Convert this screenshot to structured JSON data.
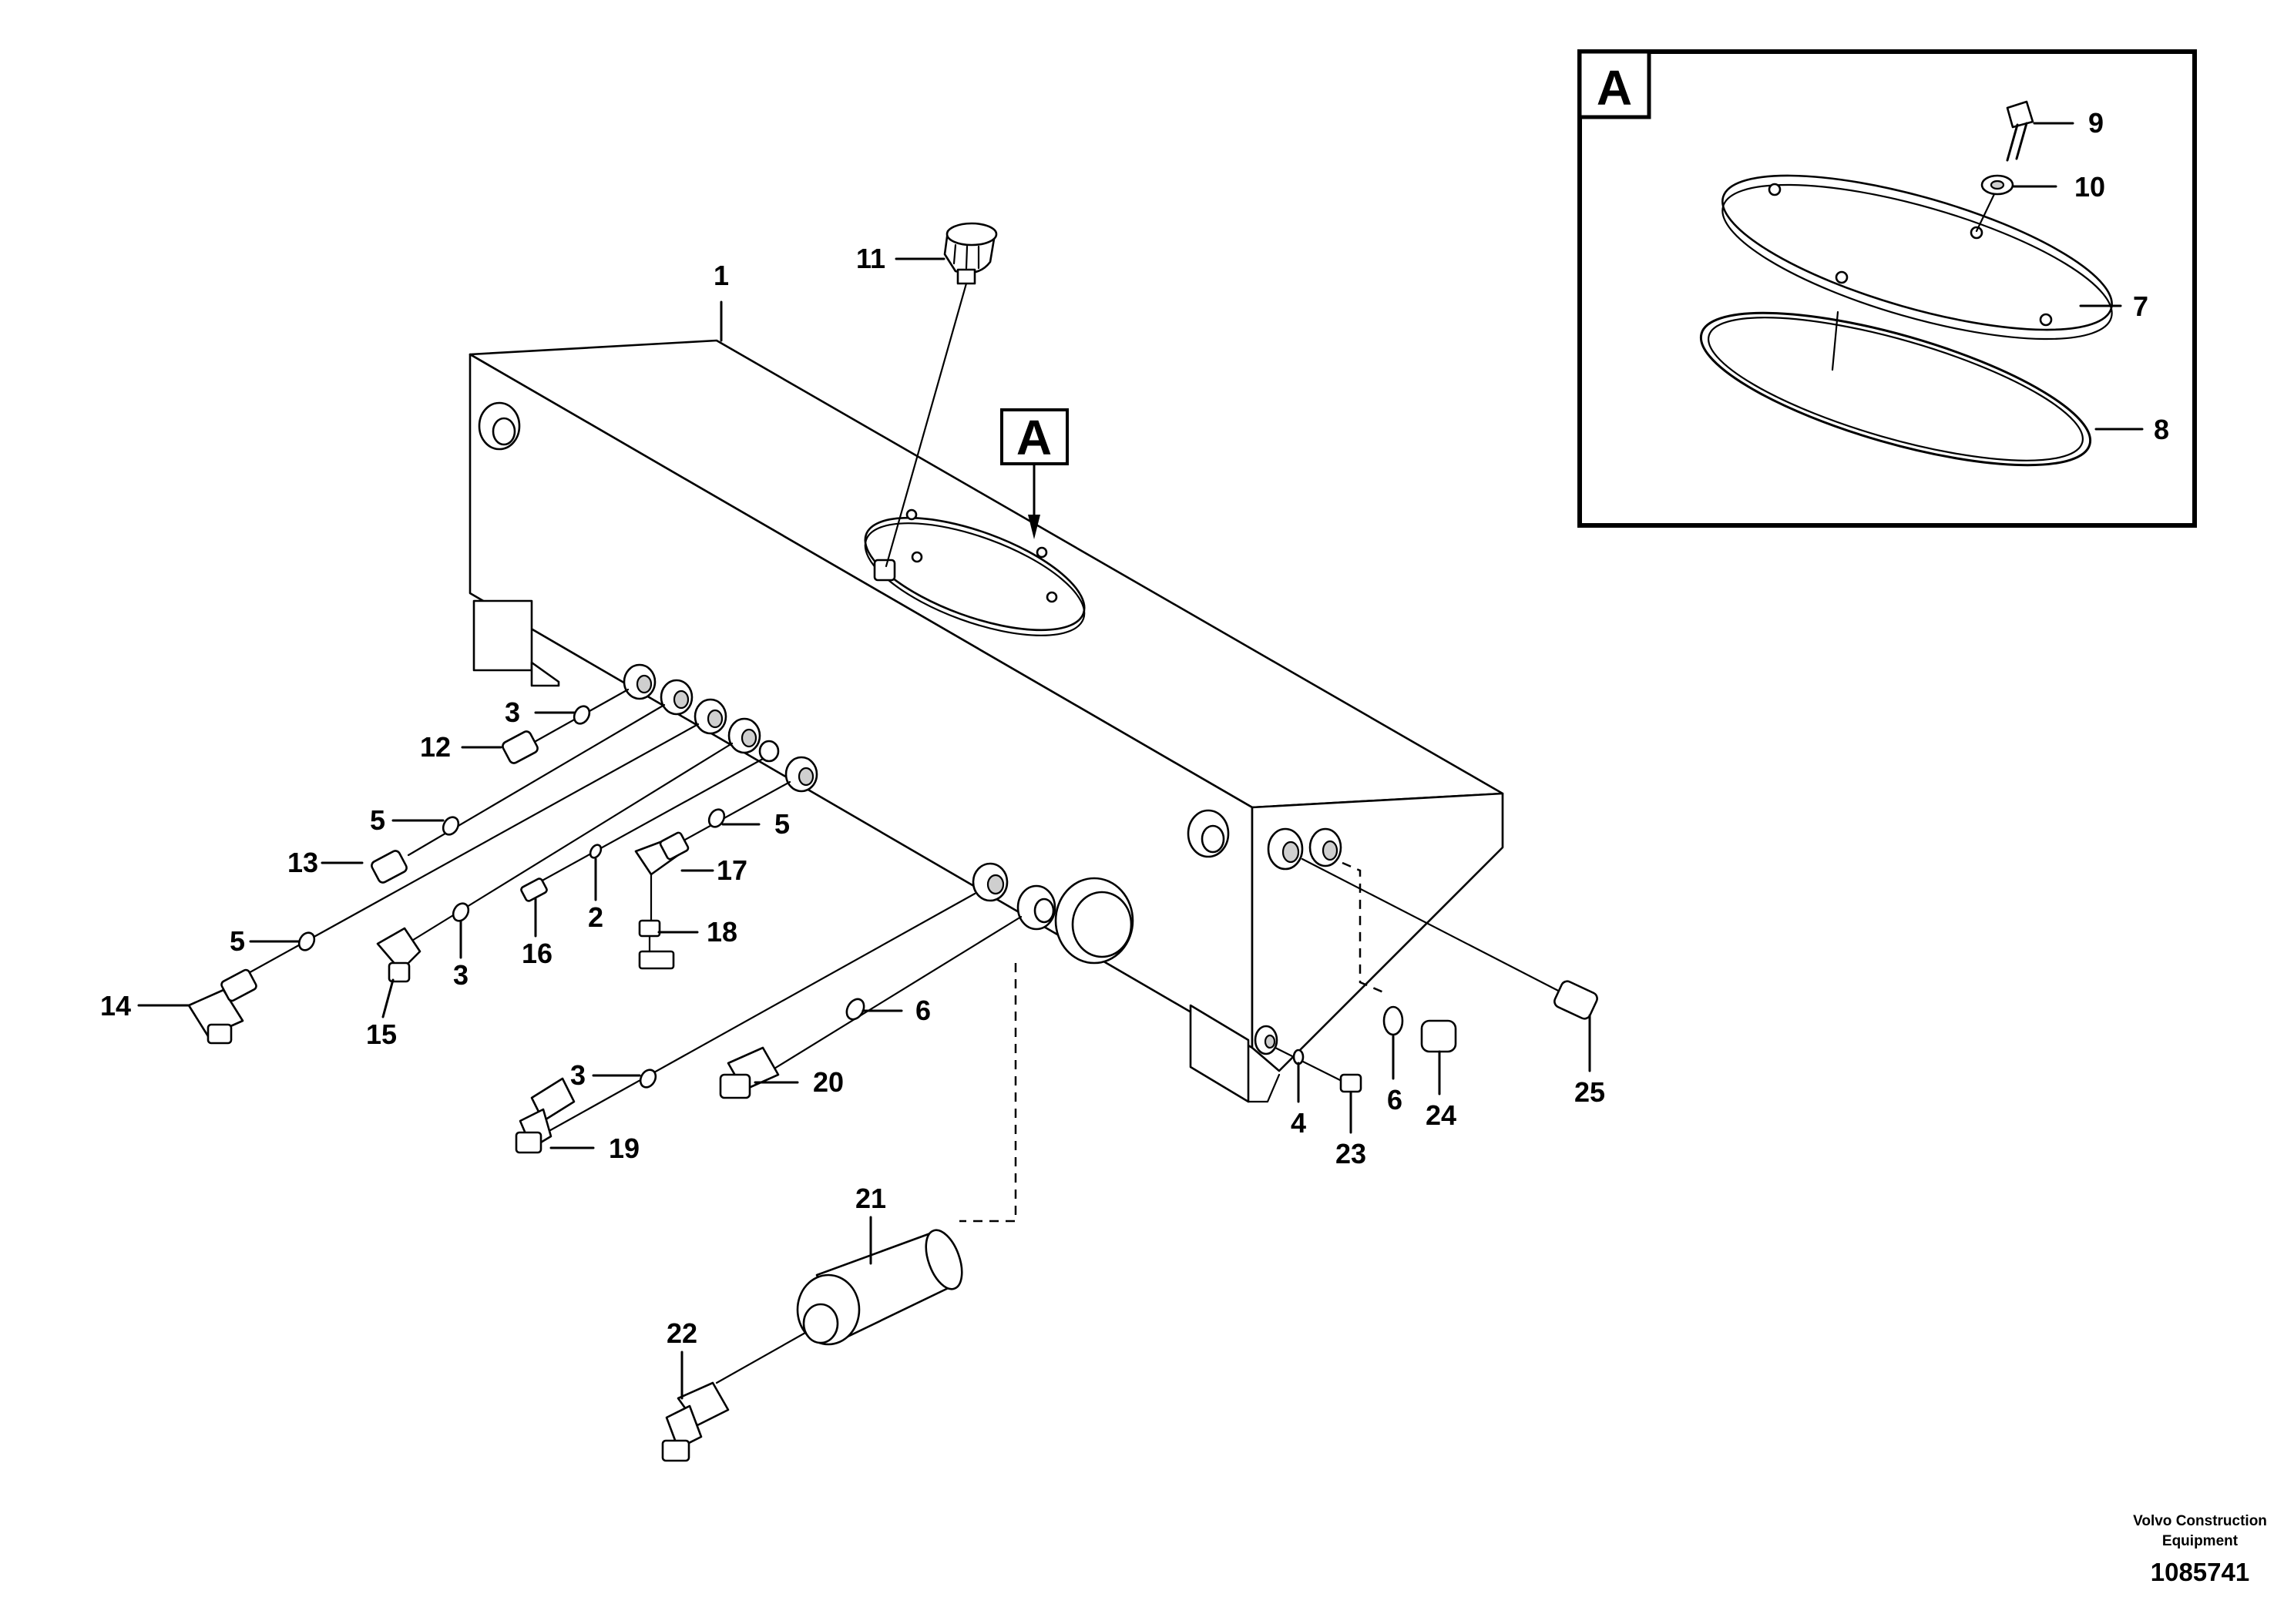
{
  "view": {
    "letter": "A",
    "detail_letter": "A"
  },
  "callouts": {
    "c1": "1",
    "c2": "2",
    "c3a": "3",
    "c3b": "3",
    "c3c": "3",
    "c4": "4",
    "c5a": "5",
    "c5b": "5",
    "c5c": "5",
    "c6a": "6",
    "c6b": "6",
    "c7": "7",
    "c8": "8",
    "c9": "9",
    "c10": "10",
    "c11": "11",
    "c12": "12",
    "c13": "13",
    "c14": "14",
    "c15": "15",
    "c16": "16",
    "c17": "17",
    "c18": "18",
    "c19": "19",
    "c20": "20",
    "c21": "21",
    "c22": "22",
    "c23": "23",
    "c24": "24",
    "c25": "25"
  },
  "footer": {
    "company_line1": "Volvo Construction",
    "company_line2": "Equipment",
    "document_number": "1085741"
  }
}
